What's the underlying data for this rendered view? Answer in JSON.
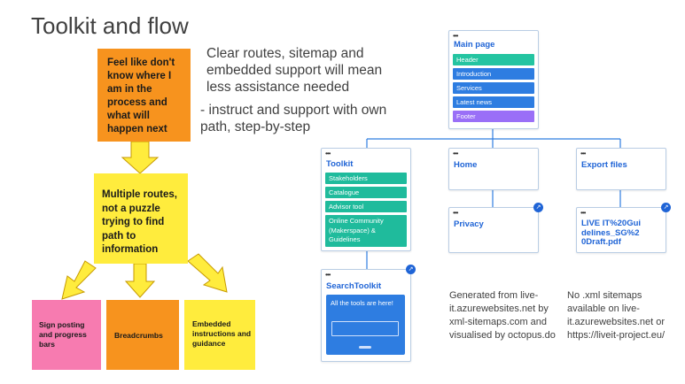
{
  "title": "Toolkit and flow",
  "stickies": {
    "top": "Feel like don't know where I am in the process and what will happen next",
    "middle": "Multiple routes, not a puzzle trying to find path to information",
    "left": "Sign posting and progress bars",
    "center": "Breadcrumbs",
    "right": "Embedded instructions and guidance"
  },
  "body": {
    "main": "Clear routes, sitemap and embedded support will mean less assistance needed",
    "sub": "- instruct and support with own path, step-by-step"
  },
  "sitemap": {
    "main_page": {
      "title": "Main page",
      "items": [
        "Header",
        "Introduction",
        "Services",
        "Latest news",
        "Footer"
      ]
    },
    "toolkit": {
      "title": "Toolkit",
      "items": [
        "Stakeholders",
        "Catalogue",
        "Advisor tool",
        "Online Community (Makerspace) & Guidelines"
      ]
    },
    "home": {
      "title": "Home"
    },
    "export": {
      "title": "Export files"
    },
    "privacy": {
      "title": "Privacy"
    },
    "live": {
      "title": "LIVE IT%20Guidelines_SG%20Draft.pdf"
    },
    "search": {
      "title": "SearchToolkit",
      "text": "All the tools are here!"
    }
  },
  "captions": {
    "generated": "Generated from live-it.azurewebsites.net by xml-sitemaps.com and visualised by octopus.do",
    "no_xml": "No .xml sitemaps available on live-it.azurewebsites.net or https://liveit-project.eu/"
  },
  "colors": {
    "orange": "#f7931e",
    "yellow": "#ffec3d",
    "pink": "#f77bb0",
    "teal": "#24c4a1",
    "blue": "#2e7de1",
    "purple": "#9a6ff7"
  }
}
